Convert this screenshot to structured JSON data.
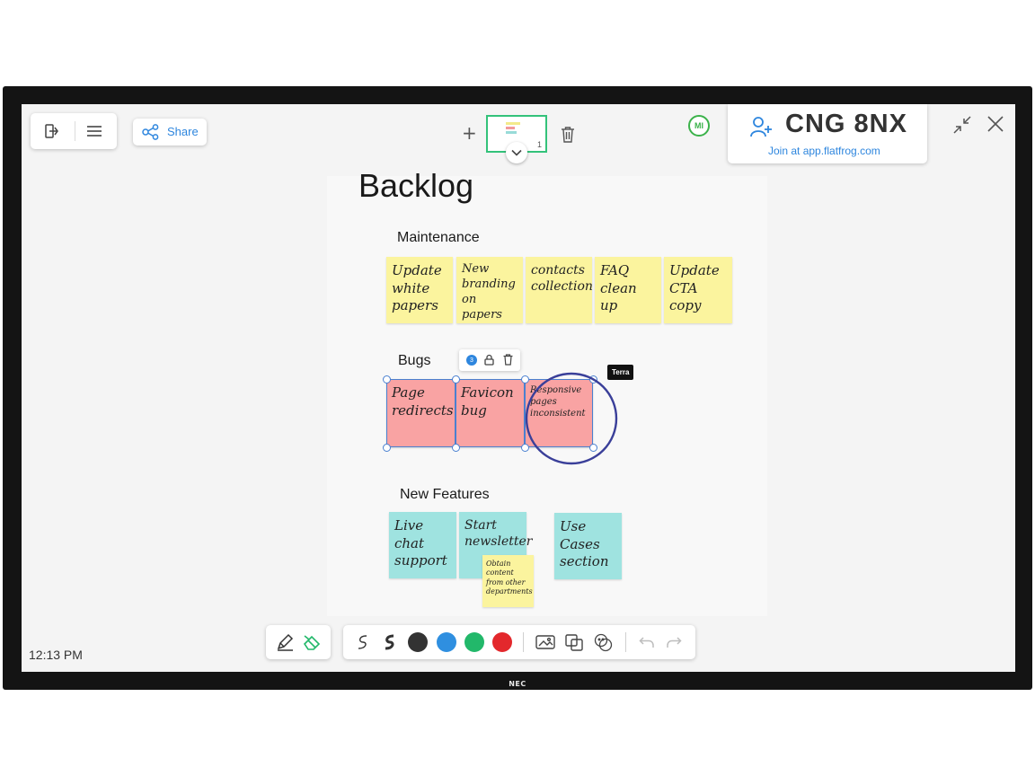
{
  "board": {
    "title": "Backlog",
    "sections": {
      "maintenance": "Maintenance",
      "bugs": "Bugs",
      "new_features": "New Features"
    }
  },
  "toolbar": {
    "share_label": "Share",
    "add_label": "+",
    "page_number": "1"
  },
  "session": {
    "code": "CNG 8NX",
    "join_text": "Join at app.flatfrog.com"
  },
  "user": {
    "initials": "MI",
    "cursor_label": "Terra"
  },
  "selection": {
    "count": "3"
  },
  "notes": {
    "maintenance": [
      "Update white papers",
      "New branding on papers",
      "contacts collection",
      "FAQ clean up",
      "Update CTA copy"
    ],
    "bugs": [
      "Page redirects",
      "Favicon bug",
      "Responsive pages inconsistent"
    ],
    "features": [
      "Live chat support",
      "Start newsletter",
      "Use Cases section"
    ],
    "newsletter_note": "Obtain content from other departments"
  },
  "clock": {
    "time": "12:13 PM"
  },
  "monitor": {
    "brand": "NEC"
  },
  "colors": {
    "yellow": "#fbf49e",
    "pink": "#f9a3a3",
    "teal": "#9fe3e0",
    "black_pen": "#333333",
    "blue_pen": "#2f8fe0",
    "green_pen": "#22b86a",
    "red_pen": "#e3282c",
    "accent": "#2e86de"
  },
  "icons": [
    "exit-icon",
    "menu-icon",
    "share-icon",
    "plus-icon",
    "trash-icon",
    "chevron-down-icon",
    "add-user-icon",
    "minimize-icon",
    "close-icon",
    "pen-icon",
    "eraser-icon",
    "lock-icon",
    "image-icon",
    "copy-icon",
    "sticker-icon",
    "undo-icon",
    "redo-icon"
  ]
}
